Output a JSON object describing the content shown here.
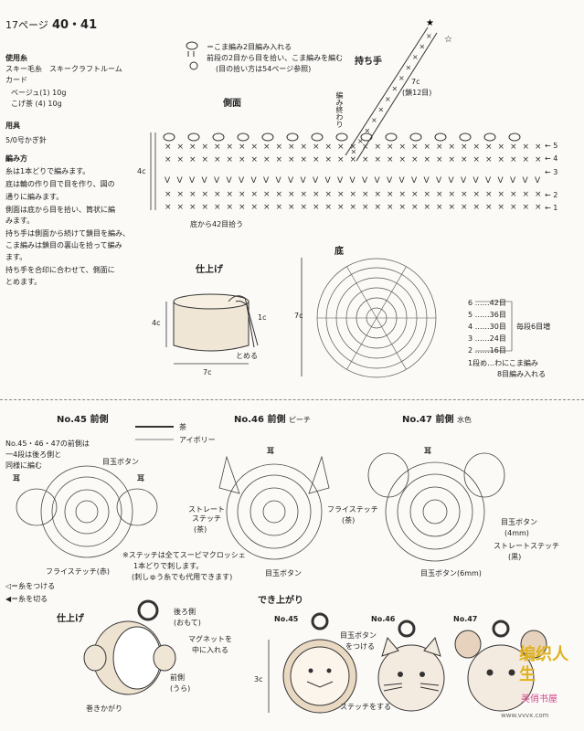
{
  "page": {
    "header_prefix": "17ページ",
    "header_pages": "40・41"
  },
  "materials": {
    "yarn_label": "使用糸",
    "yarn_value": "スキー毛糸　スキークラフトルーム",
    "card_label": "カード",
    "color1": "ベージュ(1) 10g",
    "color2": "こげ茶 (4) 10g",
    "tool_label": "用具",
    "tool_value": "5/0号かぎ針",
    "method_label": "編み方",
    "steps": [
      "糸は1本どりで編みます。",
      "底は輪の作り目で目を作り、図の",
      "通りに編みます。",
      "側面は底から目を拾い、筒状に編",
      "みます。",
      "持ち手は側面から続けて鎖目を編み、",
      "こま編みは鎖目の裏山を拾って編み",
      "ます。",
      "持ち手を合印に合わせて、側面に",
      "とめます。"
    ]
  },
  "legend_top": {
    "line1": "＝こま編み2目編み入れる",
    "line2": "前段の2目から目を拾い、こま編みを編む",
    "line3": "(目の拾い方は54ページ参照)"
  },
  "diagram_top": {
    "handle_label": "持ち手",
    "handle_size": "7c",
    "handle_chain": "(鎖12目)",
    "handle_end": "編み終わり",
    "side_label": "側面",
    "rows": [
      "5",
      "4",
      "3",
      "2",
      "1"
    ],
    "height": "4c",
    "pickup": "底から42目拾う",
    "bottom_label": "底",
    "finish_label": "仕上げ",
    "finish_h": "4c",
    "finish_w": "7c",
    "finish_handle": "1c",
    "finish_tie": "とめる",
    "bottom_size": "7c",
    "bottom_rows": [
      {
        "row": "6",
        "count": "42目"
      },
      {
        "row": "5",
        "count": "36目"
      },
      {
        "row": "4",
        "count": "30目"
      },
      {
        "row": "3",
        "count": "24目"
      },
      {
        "row": "2",
        "count": "16目"
      }
    ],
    "increase_note": "毎段6目増",
    "row1_note": "1段め…わにこま編み",
    "row1_note2": "8目編み入れる"
  },
  "lower": {
    "no45": "No.45",
    "no46": "No.46",
    "no47": "No.47",
    "front": "前側",
    "color46": "ピーチ",
    "color47": "水色",
    "legend_brown": "茶",
    "legend_ivory": "アイボリー",
    "note_left": "No.45・46・47の前側は",
    "note_left2": "一4段は後ろ側と",
    "note_left3": "同様に編む",
    "ear": "耳",
    "eye_button": "目玉ボタン",
    "straight_stitch": "ストレート",
    "straight_stitch2": "ステッチ",
    "brown_paren": "(茶)",
    "fly_stitch": "フライステッチ",
    "fly_stitch_red": "フライステッチ(赤)",
    "black_paren": "(黒)",
    "eye_4mm": "(4mm)",
    "eye_6mm": "目玉ボタン(6mm)",
    "straight_black": "ストレートステッチ",
    "stitch_note1": "※ステッチは全てスーピマクロッシェ",
    "stitch_note2": "1本どりで刺します。",
    "stitch_note3": "(刺しゅう糸でも代用できます)",
    "legend_attach": "＝糸をつける",
    "legend_cut": "＝糸を切る",
    "finish2": "仕上げ",
    "back_front": "後ろ側",
    "back_front2": "(おもて)",
    "magnet": "マグネットを",
    "magnet2": "中に入れる",
    "wrap": "巻きかがり",
    "front_back": "前側",
    "front_back2": "(うら)",
    "done": "でき上がり",
    "done_no45": "No.45",
    "done_no46": "No.46",
    "done_no47": "No.47",
    "attach_eye": "目玉ボタン",
    "attach_eye2": "をつける",
    "stitch_do": "ステッチをする",
    "done_h": "3c",
    "watermark": "编织人生",
    "watermark2": "美俏书屋",
    "url": "www.vvvx.com"
  }
}
